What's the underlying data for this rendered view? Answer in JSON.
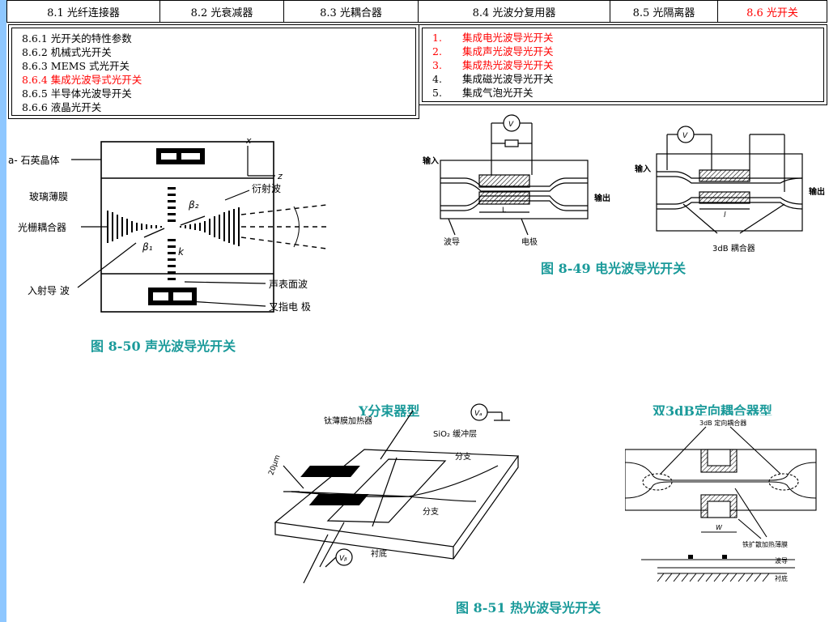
{
  "tabs": [
    {
      "label": "8.1 光纤连接器"
    },
    {
      "label": "8.2 光衰减器"
    },
    {
      "label": "8.3 光耦合器"
    },
    {
      "label": "8.4 光波分复用器"
    },
    {
      "label": "8.5 光隔离器"
    },
    {
      "label": "8.6 光开关"
    }
  ],
  "submenu": [
    {
      "label": "8.6.1 光开关的特性参数"
    },
    {
      "label": "8.6.2 机械式光开关"
    },
    {
      "label": "8.6.3 MEMS 式光开关"
    },
    {
      "label": "8.6.4 集成光波导式光开关"
    },
    {
      "label": "8.6.5 半导体光波导开关"
    },
    {
      "label": "8.6.6 液晶光开关"
    }
  ],
  "types": [
    {
      "num": "1.",
      "label": "集成电光波导光开关"
    },
    {
      "num": "2.",
      "label": "集成声光波导光开关"
    },
    {
      "num": "3.",
      "label": "集成热光波导光开关"
    },
    {
      "num": "4.",
      "label": "集成磁光波导光开关"
    },
    {
      "num": "5.",
      "label": "集成气泡光开关"
    }
  ],
  "fig850": {
    "caption": "图 8-50 声光波导光开关",
    "labels": {
      "quartz": "a- 石英晶体",
      "film": "玻璃薄膜",
      "grating": "光栅耦合器",
      "incident": "入射导 波",
      "diffracted": "衍射波",
      "saw": "声表面波",
      "idt": "叉指电 极",
      "x": "x",
      "z": "z",
      "beta2": "β₂",
      "beta1": "β₁",
      "k": "k"
    }
  },
  "fig849": {
    "caption": "图 8-49 电光波导光开关",
    "labels": {
      "input": "输入",
      "output": "输出",
      "waveguide": "波导",
      "electrode": "电极",
      "L": "L",
      "V": "V",
      "l": "l",
      "coupler": "3dB 耦合器"
    }
  },
  "fig851": {
    "caption": "图 8-51 热光波导光开关",
    "title_y": "Y分束器型",
    "title_3db": "双3dB定向耦合器型",
    "labels": {
      "heater": "钛薄膜加热器",
      "sio2": "SiO₂ 缓冲层",
      "branch1": "分支",
      "branch2": "分支",
      "substrate": "衬底",
      "width": "20μm",
      "va": "Vₐ",
      "vb": "Vᵦ",
      "coupler3db": "3dB 定向耦合器",
      "heatfilm": "铁扩散加热薄膜",
      "wg": "波导",
      "sub2": "衬底",
      "w": "W"
    }
  },
  "colors": {
    "active_tab": "#ff0000",
    "caption": "#1a9a9a",
    "sidebar": "#8ec7ff"
  }
}
